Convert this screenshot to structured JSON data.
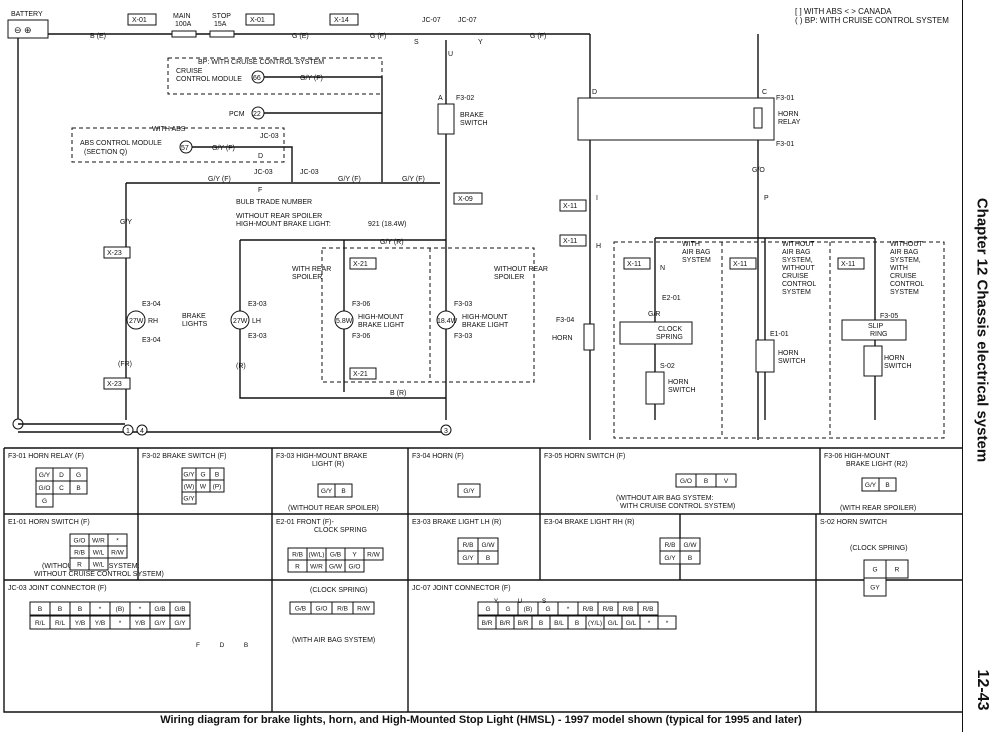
{
  "legend": {
    "line1": "[ ] WITH ABS        < > CANADA",
    "line2": "( ) BP: WITH CRUISE CONTROL SYSTEM"
  },
  "top": {
    "battery": "BATTERY",
    "main": "MAIN",
    "main_amp": "100A",
    "stop": "STOP",
    "stop_amp": "15A",
    "x01": "X-01",
    "x14": "X-14",
    "jc07": "JC-07",
    "b_e": "B (E)",
    "g_e": "G (E)",
    "g_f": "G (F)",
    "s": "S",
    "y": "Y"
  },
  "left": {
    "bp_cruise": "BP: WITH CRUISE CONTROL SYSTEM",
    "cruise": "CRUISE",
    "cruise_module": "CONTROL MODULE",
    "c66": "66",
    "gy_f": "G/Y (F)",
    "pcm": "PCM",
    "c22": "22",
    "with_abs": "WITH ABS",
    "abs_module": "ABS CONTROL MODULE",
    "section": "(SECTION Q)",
    "c57": "57",
    "jc03": "JC-03",
    "d": "D",
    "f": "F",
    "bulb": "BULB TRADE NUMBER",
    "without_spoiler": "WITHOUT REAR SPOILER",
    "hmsl_bulb": "HIGH-MOUNT BRAKE LIGHT:",
    "hmsl_val": "921 (18.4W)",
    "gy": "G/Y",
    "x23": "X-23",
    "e304": "E3-04",
    "e303": "E3-03",
    "w27": "27W",
    "rh": "RH",
    "lh": "LH",
    "brake_lights": "BRAKE",
    "brake_lights2": "LIGHTS",
    "b": "B",
    "fr": "(FR)",
    "r": "(R)",
    "gy_r": "G/Y (R)",
    "x21": "X-21",
    "with_rear": "WITH REAR",
    "spoiler": "SPOILER",
    "r2": "(R2)",
    "f306": "F3-06",
    "w58": "5.8W",
    "hml": "HIGH-MOUNT",
    "hml2": "BRAKE LIGHT",
    "wo_rear": "WITHOUT REAR",
    "f303": "F3-03",
    "w184": "18.4W",
    "b_r": "B (R)",
    "n1": "1",
    "n4": "4",
    "n3": "3",
    "u": "U",
    "f302": "F3-02",
    "a": "A",
    "brake_sw": "BRAKE",
    "brake_sw2": "SWITCH",
    "x09": "X-09"
  },
  "right": {
    "f301": "F3-01",
    "horn_relay": "HORN",
    "horn_relay2": "RELAY",
    "d": "D",
    "c": "C",
    "go": "G/O",
    "x11": "X-11",
    "i": "I",
    "h": "H",
    "p": "P",
    "n": "N",
    "r": "R",
    "f304": "F3-04",
    "horn": "HORN",
    "with_ab": "WITH",
    "air_bag": "AIR BAG",
    "system": "SYSTEM",
    "without": "WITHOUT",
    "ab_sys": "AIR BAG",
    "ab_sys2": "SYSTEM,",
    "wo_cruise": "WITHOUT",
    "cruise": "CRUISE",
    "control": "CONTROL",
    "system2": "SYSTEM",
    "with": "WITH",
    "e201": "E2-01",
    "clock": "CLOCK",
    "spring": "SPRING",
    "gr": "G/R",
    "s02": "S-02",
    "horn_sw": "HORN",
    "horn_sw2": "SWITCH",
    "e101": "E1-01",
    "f305": "F3-05",
    "slip": "SLIP",
    "ring": "RING"
  },
  "connectors": {
    "f301": "F3-01  HORN RELAY (F)",
    "f302": "F3-02  BRAKE SWITCH (F)",
    "f303": "F3-03  HIGH-MOUNT BRAKE",
    "f303b": "LIGHT (R)",
    "f303c": "(WITHOUT REAR SPOILER)",
    "f304": "F3-04  HORN (F)",
    "f305": "F3-05  HORN SWITCH (F)",
    "f305c": "(WITHOUT AIR BAG SYSTEM:",
    "f305d": "WITH CRUISE CONTROL SYSTEM)",
    "f306": "F3-06  HIGH-MOUNT",
    "f306b": "BRAKE LIGHT (R2)",
    "f306c": "(WITH REAR SPOILER)",
    "e101": "E1-01  HORN SWITCH (F)",
    "e101c": "(WITHOUT AIR BAG SYSTEM:",
    "e101d": "WITHOUT CRUISE CONTROL SYSTEM)",
    "e201": "E2-01  FRONT (F)-",
    "e201b": "CLOCK SPRING",
    "e201c": "(CLOCK SPRING)",
    "e201d": "(WITH AIR BAG SYSTEM)",
    "e303": "E3-03  BRAKE LIGHT LH (R)",
    "e304": "E3-04  BRAKE LIGHT RH (R)",
    "s02": "S-02  HORN SWITCH",
    "s02c": "(CLOCK SPRING)",
    "jc03": "JC-03  JOINT CONNECTOR (F)",
    "jc07": "JC-07  JOINT CONNECTOR (F)"
  },
  "pins": {
    "f301": [
      "G/Y",
      "D",
      "G",
      "G/O",
      "C",
      "B",
      "G"
    ],
    "f302": [
      "G/Y",
      "G",
      "B",
      "(W)",
      "W",
      "(P)",
      "G/Y"
    ],
    "f303": [
      "G/Y",
      "B"
    ],
    "f304": [
      "G/Y"
    ],
    "f305": [
      "G/O",
      "B",
      "V"
    ],
    "f306": [
      "G/Y",
      "B"
    ],
    "e101": [
      "G/O",
      "W/R",
      "*",
      "R/B",
      "W/L",
      "R/W",
      "R",
      "W/L"
    ],
    "e201a": [
      "R/B",
      "(W/L)",
      "G/B",
      "Y",
      "R/W",
      "R",
      "W/R",
      "G/W",
      "G/O"
    ],
    "e201b": [
      "G/B",
      "G/O",
      "R/B",
      "R/W"
    ],
    "e303": [
      "R/B",
      "G/W",
      "G/Y",
      "B"
    ],
    "e304": [
      "R/B",
      "G/W",
      "G/Y",
      "B"
    ],
    "s02": [
      "G",
      "R",
      "GY"
    ],
    "jc03a": [
      "B",
      "B",
      "B",
      "*",
      "(B)",
      "*",
      "G/B",
      "G/B"
    ],
    "jc03b": [
      "R/L",
      "R/L",
      "Y/B",
      "Y/B",
      "*",
      "Y/B",
      "G/Y",
      "G/Y"
    ],
    "jc03c": [
      "F",
      "D",
      "B"
    ],
    "jc07a": [
      "G",
      "G",
      "(B)",
      "G",
      "*",
      "R/B",
      "R/B",
      "R/B",
      "R/B"
    ],
    "jc07b": [
      "B/R",
      "B/R",
      "B/R",
      "B",
      "B/L",
      "B",
      "(Y/L)",
      "G/L",
      "G/L",
      "*",
      "*"
    ],
    "jc07c": [
      "Y",
      "U",
      "S"
    ]
  },
  "side": {
    "chapter": "Chapter 12  Chassis electrical system",
    "page": "12-43"
  },
  "caption": "Wiring diagram for brake lights, horn, and High-Mounted Stop Light (HMSL) - 1997 model shown (typical for 1995 and later)"
}
